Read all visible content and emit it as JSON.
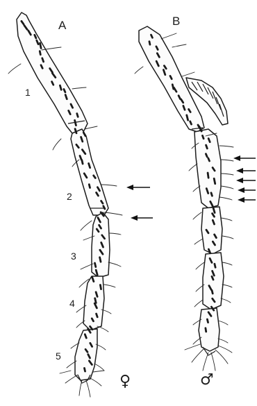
{
  "figure": {
    "panel_labels": [
      "A",
      "B"
    ],
    "segment_labels": [
      "1",
      "2",
      "3",
      "4",
      "5"
    ],
    "sex_symbols": {
      "female": "♀",
      "male": "♂"
    }
  },
  "panel_a": {
    "indicator_arrows": 2
  },
  "panel_b": {
    "indicator_arrows": 5
  }
}
